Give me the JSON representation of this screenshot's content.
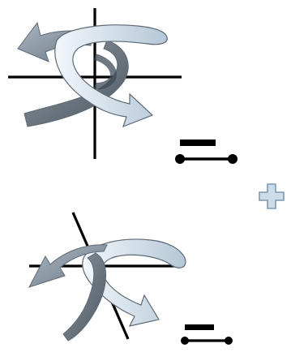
{
  "figure": {
    "panels": [
      {
        "id": "top",
        "axes": "perpendicular",
        "glyph": "line-segment-with-bar"
      },
      {
        "id": "bottom",
        "axes": "tilted",
        "glyph": "line-segment-with-bar"
      }
    ],
    "operator_symbol": "plus",
    "colors": {
      "background": "#ffffff",
      "axis": "#000000",
      "arrow_dark": "#6f7a84",
      "arrow_mid": "#9aa6b1",
      "arrow_light": "#d6e2ec",
      "arrow_outline": "#5d6a76",
      "plus_fill": "#ccdde9",
      "plus_stroke": "#7d98ae"
    }
  }
}
